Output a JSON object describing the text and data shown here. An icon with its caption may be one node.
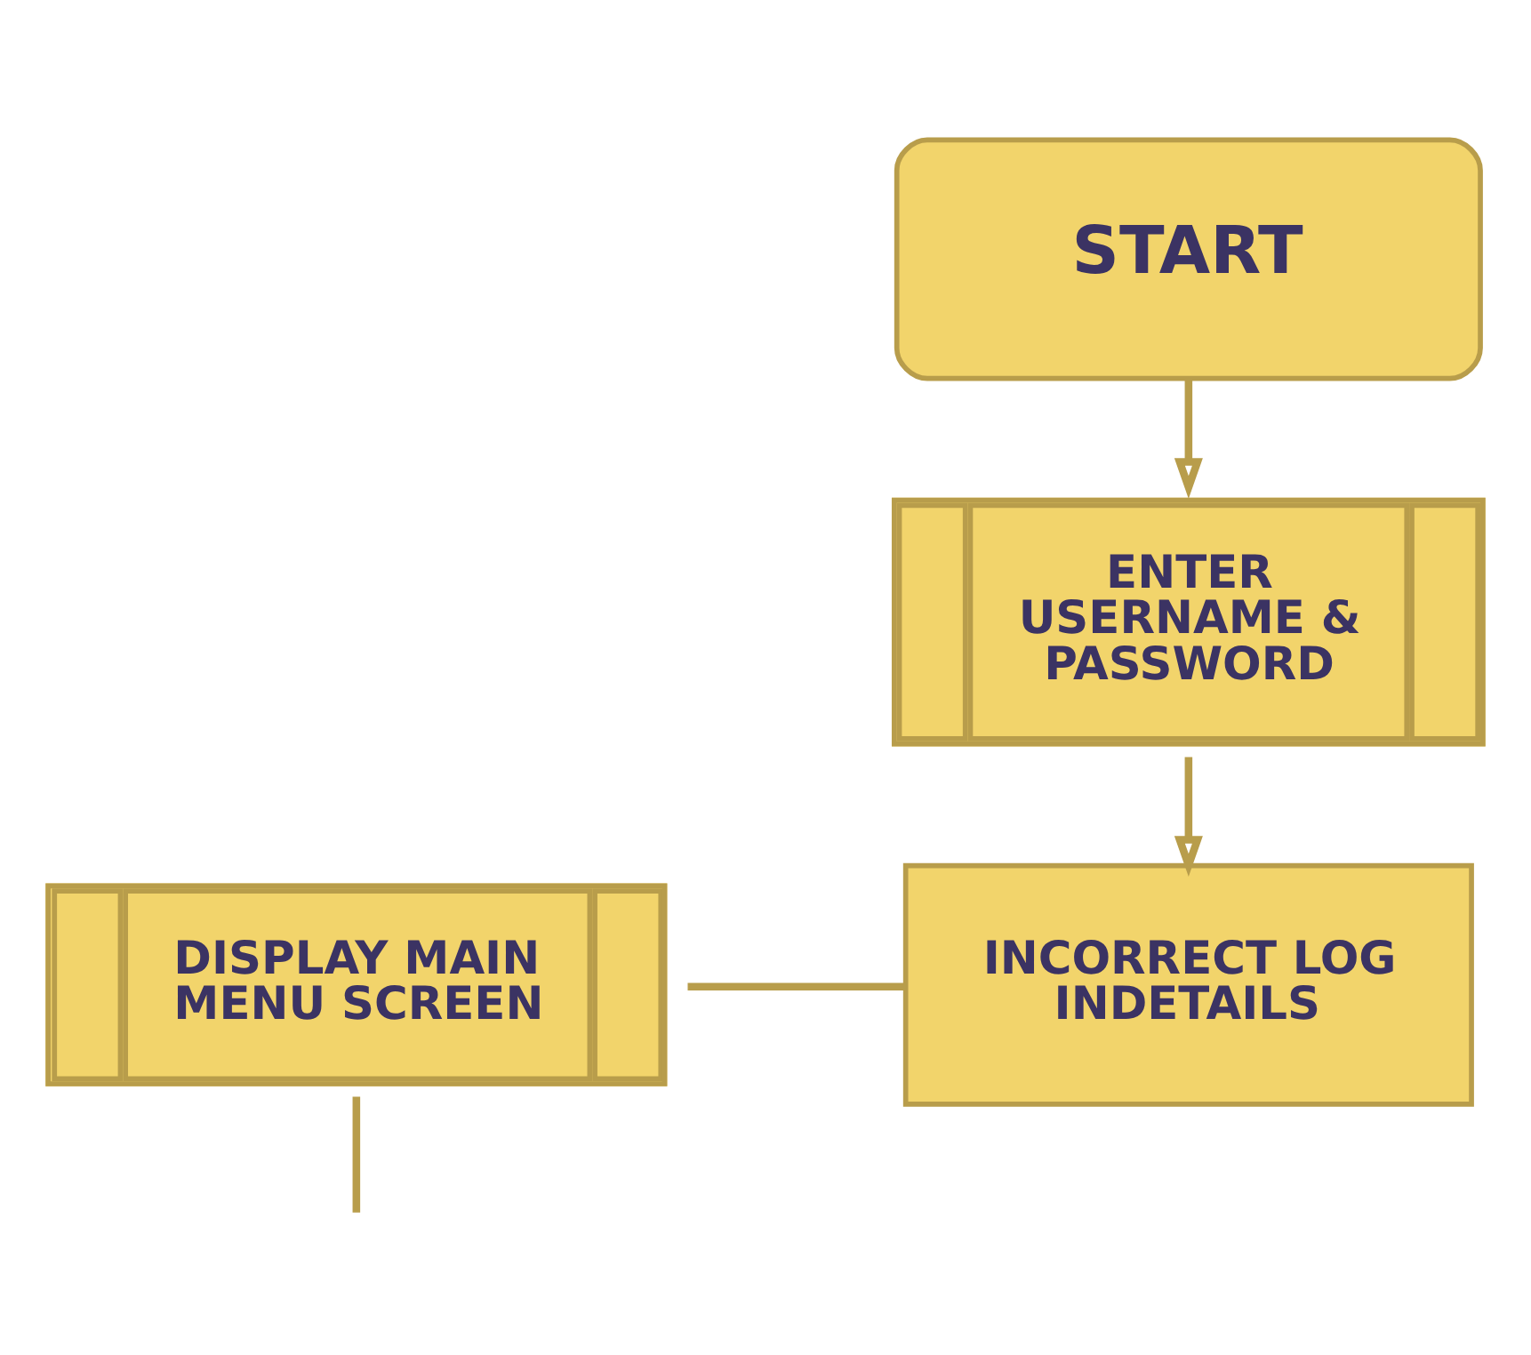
{
  "diagram": {
    "nodes": [
      {
        "text": [
          "START"
        ]
      },
      {
        "text": [
          "ENTER USERNAME & PASSWORD"
        ]
      },
      {
        "text": [
          "DISPLAY MAIN MENU SCREEN"
        ]
      },
      {
        "text": [
          "INCORRECT LOG INDETAILS"
        ]
      }
    ],
    "edges": [
      {
        "from": 0,
        "to": 1,
        "arrow": "to"
      },
      {
        "from": 1,
        "to": 3,
        "arrow": "to"
      },
      {
        "from": 2,
        "to": 3,
        "arrow": "none"
      },
      {
        "from": 2,
        "to": null,
        "arrow": "none"
      }
    ]
  }
}
